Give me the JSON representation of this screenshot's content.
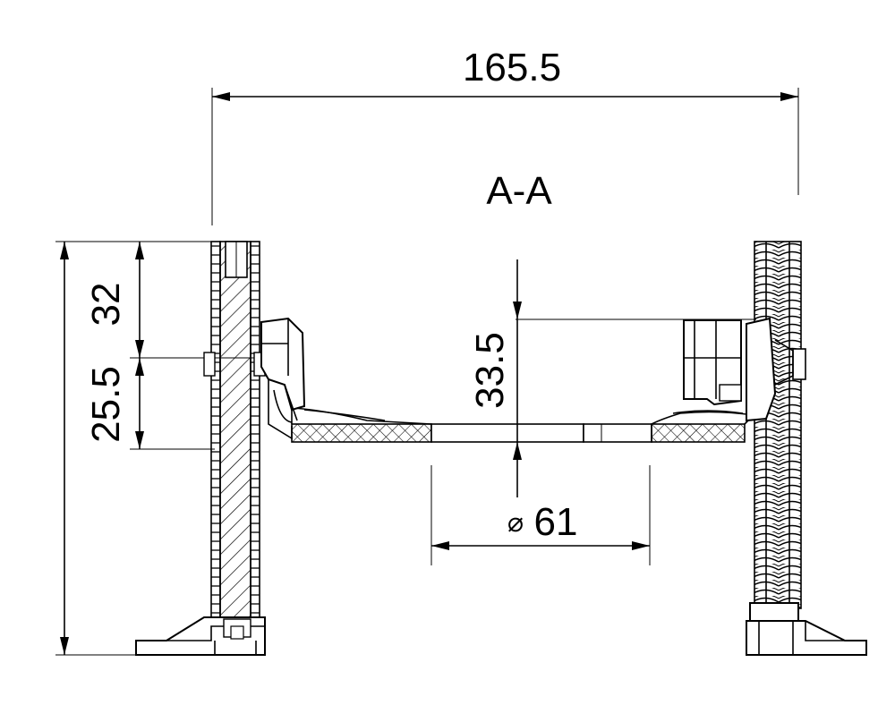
{
  "drawing": {
    "section_label": "A-A",
    "dimensions": {
      "overall_width": "165.5",
      "upper_height": "32",
      "middle_height": "25.5",
      "bowl_depth": "33.5",
      "diameter_symbol": "⌀",
      "diameter_value": "61"
    },
    "line_color": "#000000",
    "background_color": "#ffffff"
  }
}
